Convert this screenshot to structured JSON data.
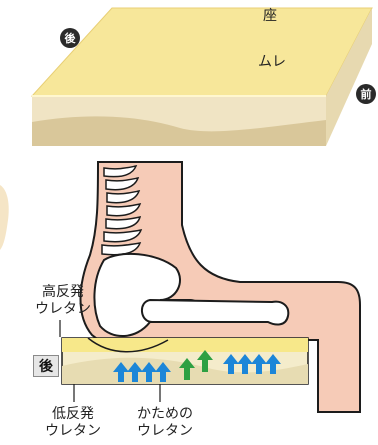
{
  "top": {
    "cut_text_1": "座",
    "cut_text_2": "ムレ",
    "back_badge": "後",
    "front_badge": "前"
  },
  "bottom": {
    "high_urethane": [
      "高反発",
      "ウレタン"
    ],
    "back_badge": "後",
    "low_urethane": [
      "低反発",
      "ウレタン"
    ],
    "firm_urethane": [
      "かための",
      "ウレタン"
    ]
  },
  "colors": {
    "cushion_top": "#f7e79a",
    "cushion_side": "#e8dcb9",
    "skin": "#f6cbb7",
    "bone": "#ffffff",
    "arrow_blue": "#1c86d8",
    "arrow_green": "#2ea043"
  }
}
